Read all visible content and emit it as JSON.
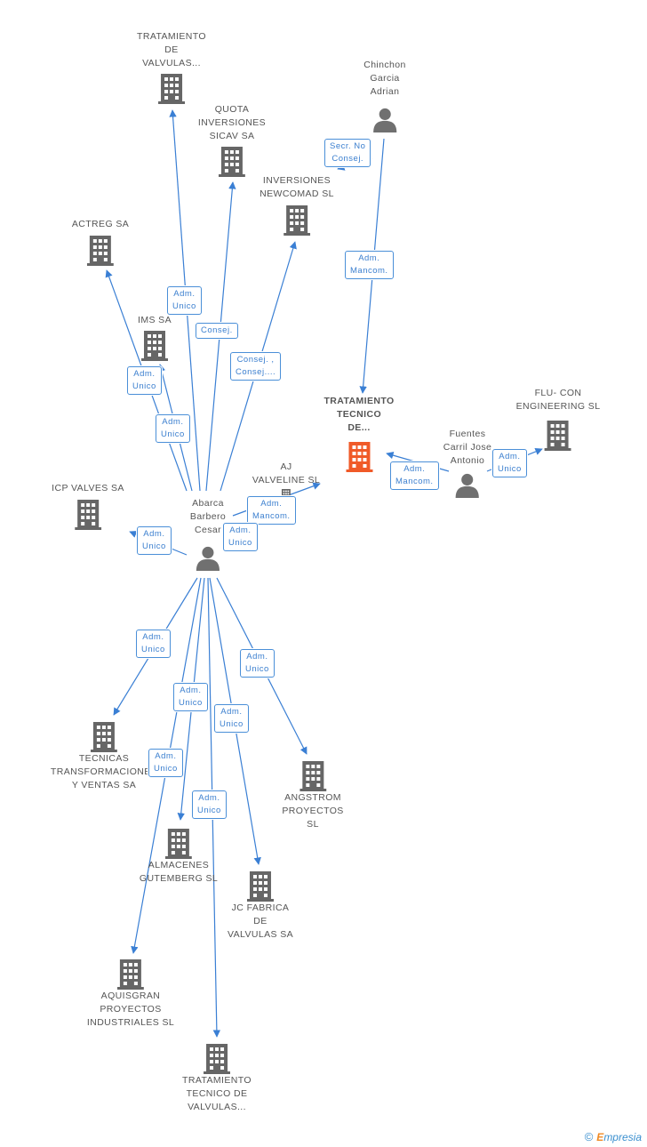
{
  "colors": {
    "edge": "#3a7fd4",
    "building": "#666666",
    "focus_building": "#f05a28",
    "person": "#707070"
  },
  "nodes": {
    "tv_top": "TRATAMIENTO\nDE\nVALVULAS...",
    "quota": "QUOTA\nINVERSIONES\nSICAV SA",
    "newcomad": "INVERSIONES\nNEWCOMAD  SL",
    "chinchon": "Chinchon\nGarcia\nAdrian",
    "actreg": "ACTREG SA",
    "ims": "IMS SA",
    "focus": "TRATAMIENTO\nTECNICO\nDE...",
    "flucon": "FLU- CON\nENGINEERING SL",
    "fuentes": "Fuentes\nCarril Jose\nAntonio",
    "aj": "AJ\nVALVELINE SL",
    "icp": "ICP VALVES SA",
    "abarca": "Abarca\nBarbero\nCesar",
    "tecnicas": "TECNICAS\nTRANSFORMACIONES\nY VENTAS SA",
    "angstrom": "ANGSTROM\nPROYECTOS\nSL",
    "almacenes": "ALMACENES\nGUTEMBERG SL",
    "jc": "JC FABRICA\nDE\nVALVULAS SA",
    "aquisgran": "AQUISGRAN\nPROYECTOS\nINDUSTRIALES SL",
    "tv_bottom": "TRATAMIENTO\nTECNICO DE\nVALVULAS..."
  },
  "badges": {
    "secr_no_consej": "Secr.  No\nConsej.",
    "adm_mancom_chinchon": "Adm.\nMancom.",
    "adm_unico_tv_top": "Adm.\nUnico",
    "consej_quota": "Consej.",
    "consej_newcomad": "Consej. ,\nConsej....",
    "adm_unico_ims": "Adm.\nUnico",
    "adm_unico_actreg": "Adm.\nUnico",
    "adm_mancom_fuentes": "Adm.\nMancom.",
    "adm_unico_flucon": "Adm.\nUnico",
    "adm_mancom_aj": "Adm.\nMancom.",
    "adm_unico_aj": "Adm.\nUnico",
    "adm_unico_icp": "Adm.\nUnico",
    "adm_unico_tecnicas": "Adm.\nUnico",
    "adm_unico_angstrom": "Adm.\nUnico",
    "adm_unico_almacenes": "Adm.\nUnico",
    "adm_unico_jc": "Adm.\nUnico",
    "adm_unico_aquisgran": "Adm.\nUnico",
    "adm_unico_tv_bottom": "Adm.\nUnico"
  },
  "footer": {
    "copyright": "©",
    "brand_e": "E",
    "brand_rest": "mpresia"
  }
}
